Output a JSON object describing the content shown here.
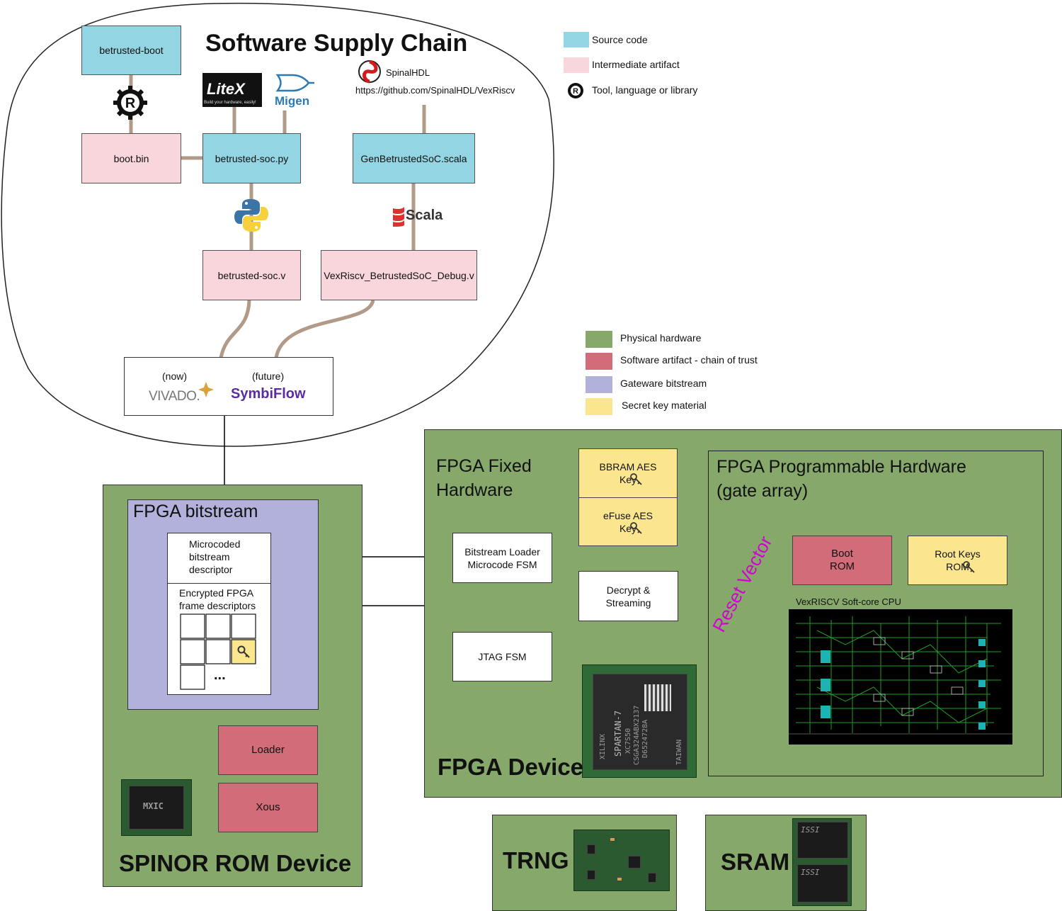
{
  "supply_chain": {
    "title": "Software Supply Chain",
    "nodes": {
      "betrusted_boot": "betrusted-boot",
      "boot_bin": "boot.bin",
      "betrusted_soc_py": "betrusted-soc.py",
      "gen_soc_scala": "GenBetrustedSoC.scala",
      "betrusted_soc_v": "betrusted-soc.v",
      "vexriscv_debug_v": "VexRiscv_BetrustedSoC_Debug.v"
    },
    "tools": {
      "litex": "LiteX",
      "litex_tagline": "Build your hardware, easily!",
      "migen": "Migen",
      "spinalhdl": "SpinalHDL",
      "vexriscv_url": "https://github.com/SpinalHDL/VexRiscv",
      "scala": "Scala",
      "vivado_note": "(now)",
      "vivado": "VIVADO.",
      "symbiflow_note": "(future)",
      "symbiflow": "SymbiFlow"
    }
  },
  "legend_top": [
    {
      "label": "Source code",
      "color": "#93d5e3"
    },
    {
      "label": "Intermediate artifact",
      "color": "#f9d6dc"
    },
    {
      "label": "Tool, language or library",
      "icon": "rust-gear-icon"
    }
  ],
  "legend_bottom": [
    {
      "label": "Physical hardware",
      "color": "#86a86a"
    },
    {
      "label": "Software artifact - chain of trust",
      "color": "#d26c79"
    },
    {
      "label": "Gateware bitstream",
      "color": "#b1b1dc"
    },
    {
      "label": "Secret key material",
      "color": "#fbe68f"
    }
  ],
  "spinor": {
    "title": "SPINOR ROM Device",
    "bitstream_title": "FPGA bitstream",
    "microcoded": "Microcoded bitstream descriptor",
    "encrypted": "Encrypted FPGA frame descriptors",
    "ellipsis": "...",
    "loader": "Loader",
    "xous": "Xous",
    "chip_marking": "MXIC"
  },
  "fpga": {
    "title": "FPGA Device",
    "fixed_title": "FPGA Fixed Hardware",
    "bbram": "BBRAM AES Key",
    "efuse": "eFuse AES Key",
    "loader_fsm": "Bitstream Loader Microcode FSM",
    "decrypt": "Decrypt & Streaming",
    "jtag": "JTAG FSM",
    "prog_title_1": "FPGA Programmable Hardware",
    "prog_title_2": "(gate array)",
    "boot_rom": "Boot ROM",
    "root_keys": "Root Keys ROM",
    "reset_vector": "Reset Vector",
    "cpu_label": "VexRISCV Soft-core CPU",
    "chip_brand": "XILINX",
    "chip_family": "SPARTAN-7",
    "chip_part": "XC7S50",
    "chip_code": "CSGA324ABX2137",
    "chip_code2": "D6524728A",
    "chip_origin": "TAIWAN"
  },
  "trng": {
    "title": "TRNG"
  },
  "sram": {
    "title": "SRAM",
    "chip_brand": "ISSI"
  },
  "colors": {
    "physical": "#86a86a",
    "chain_of_trust": "#d26c79",
    "gateware": "#b1b1dc",
    "secret": "#fbe68f",
    "source": "#93d5e3",
    "intermediate": "#f9d6dc",
    "connector": "#b19b88",
    "reset_vector": "#d400d4"
  }
}
